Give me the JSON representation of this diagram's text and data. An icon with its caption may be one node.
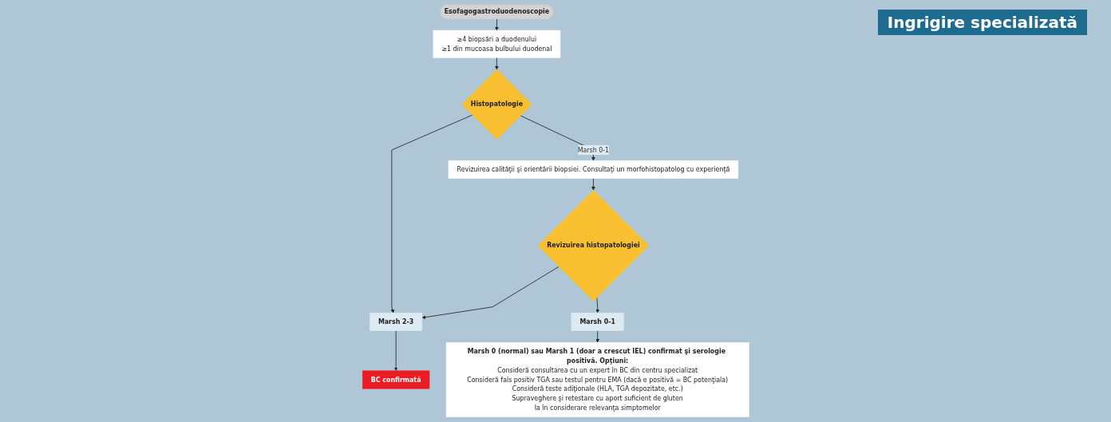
{
  "diagram": {
    "title": "Ingrigire specializată",
    "nodes": [
      {
        "text": [
          "Esofagogastroduodenoscopie"
        ]
      },
      {
        "text": [
          "≥4 biopsări a duodenului",
          "≥1 din mucoasa bulbului duodenal"
        ]
      },
      {
        "text": [
          "Histopatologie"
        ]
      },
      {
        "text": [
          "Marsh 2-3"
        ]
      },
      {
        "text": [
          "BC confirmată"
        ]
      },
      {
        "text": [
          "Revizuirea calităţii şi orientării biopsiei. Consultaţi un morfohistopatolog cu experienţă"
        ]
      },
      {
        "text": [
          "Revizuirea histopatologiei"
        ]
      },
      {
        "text": [
          "Marsh 0-1"
        ]
      },
      {
        "text": [
          "Marsh 0 (normal) sau Marsh 1 (doar a crescut IEL) confirmat şi serologie positivă. Opţiuni:",
          "Consideră consultarea cu un expert în BC din centru specializat",
          "Consideră fals positiv TGA sau testul pentru EMA (dacă e positivă = BC potenţiala)",
          "Consideră teste adiţionale (HLA, TGA depozitate, etc.)",
          "Supraveghere şi retestare cu aport suficient de gluten",
          "Ia în considerare relevanţa simptomelor"
        ]
      }
    ],
    "edges": [
      {
        "from": 0,
        "to": 1,
        "arrow": "to"
      },
      {
        "from": 1,
        "to": 2,
        "arrow": "to"
      },
      {
        "from": 2,
        "to": 3,
        "arrow": "to"
      },
      {
        "from": 3,
        "to": 4,
        "arrow": "to"
      },
      {
        "from": 2,
        "to": 5,
        "arrow": "to",
        "label": "Marsh 0-1"
      },
      {
        "from": 5,
        "to": 6,
        "arrow": "to"
      },
      {
        "from": 6,
        "to": 3,
        "arrow": "to"
      },
      {
        "from": 6,
        "to": 7,
        "arrow": "to"
      },
      {
        "from": 7,
        "to": 8,
        "arrow": "to"
      }
    ]
  }
}
